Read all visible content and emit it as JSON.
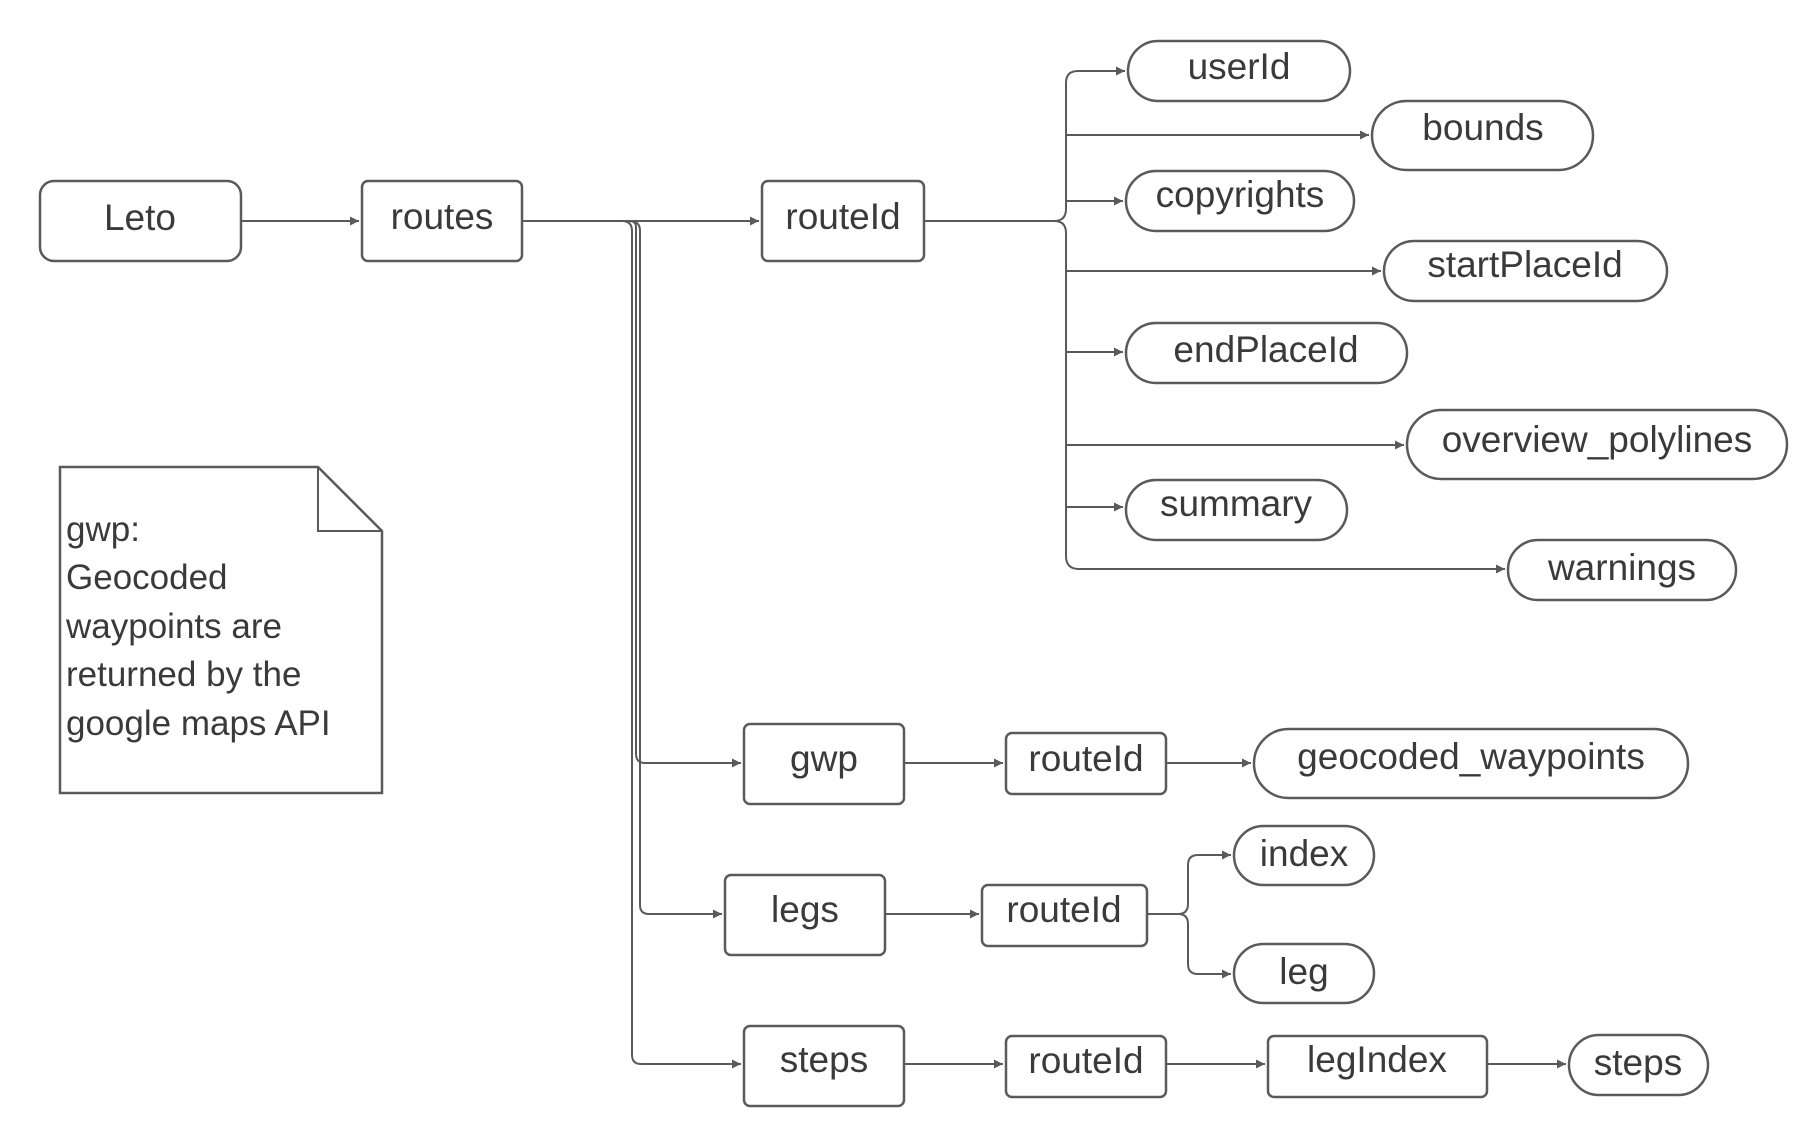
{
  "nodes": {
    "leto": "Leto",
    "routes": "routes",
    "route_id_main": "routeId",
    "user_id": "userId",
    "bounds": "bounds",
    "copyrights": "copyrights",
    "start_place_id": "startPlaceId",
    "end_place_id": "endPlaceId",
    "overview_polylines": "overview_polylines",
    "summary": "summary",
    "warnings": "warnings",
    "gwp": "gwp",
    "gwp_route_id": "routeId",
    "geocoded_waypoints": "geocoded_waypoints",
    "legs": "legs",
    "legs_route_id": "routeId",
    "index": "index",
    "leg": "leg",
    "steps": "steps",
    "steps_route_id": "routeId",
    "leg_index": "legIndex",
    "steps_leaf": "steps"
  },
  "note": {
    "lines": [
      "gwp:",
      "Geocoded",
      "waypoints are",
      "returned by the",
      "google maps API"
    ]
  }
}
